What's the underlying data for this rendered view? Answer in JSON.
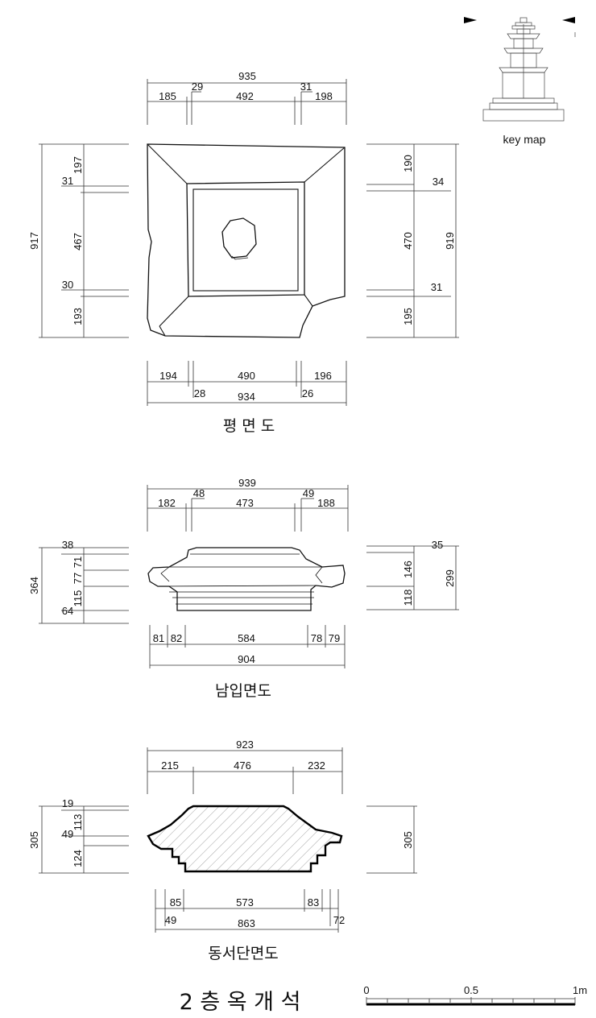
{
  "keymap": {
    "label": "key map"
  },
  "plan": {
    "caption": "평 면 도",
    "top": {
      "total": "935",
      "a": "185",
      "b": "29",
      "c": "492",
      "d": "31",
      "e": "198"
    },
    "bottom": {
      "total": "934",
      "a": "194",
      "b": "28",
      "c": "490",
      "d": "26",
      "e": "196"
    },
    "left": {
      "total": "917",
      "a": "197",
      "b": "31",
      "c": "467",
      "d": "30",
      "e": "193"
    },
    "right": {
      "total": "919",
      "a": "190",
      "b": "34",
      "c": "470",
      "d": "31",
      "e": "195"
    }
  },
  "south": {
    "caption": "남입면도",
    "top": {
      "total": "939",
      "a": "182",
      "b": "48",
      "c": "473",
      "d": "49",
      "e": "188"
    },
    "bottom": {
      "total": "904",
      "a": "81",
      "b": "82",
      "c": "584",
      "d": "78",
      "e": "79"
    },
    "left": {
      "total": "364",
      "a": "38",
      "b": "71",
      "c": "77",
      "d": "115",
      "e": "64"
    },
    "right": {
      "total": "299",
      "a": "35",
      "b": "146",
      "c": "118"
    }
  },
  "section": {
    "caption": "동서단면도",
    "top": {
      "total": "923",
      "a": "215",
      "b": "476",
      "c": "232"
    },
    "bottom": {
      "total": "863",
      "a": "85",
      "b": "573",
      "c": "83",
      "d": "49",
      "e": "72"
    },
    "left": {
      "total": "305",
      "a": "19",
      "b": "113",
      "c": "49",
      "d": "124"
    },
    "right": {
      "total": "305"
    }
  },
  "title": "2 층 옥 개 석",
  "scale": {
    "start": "0",
    "mid": "0.5",
    "end": "1m"
  }
}
